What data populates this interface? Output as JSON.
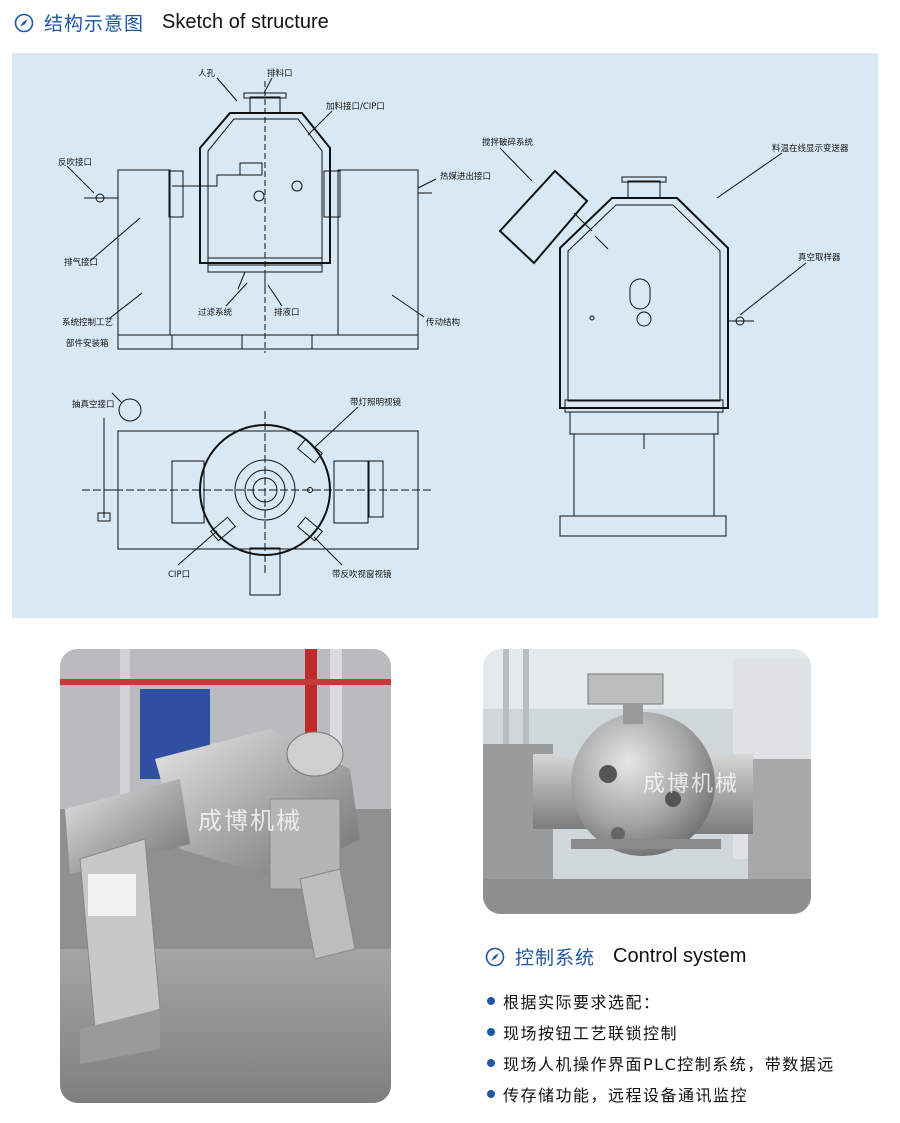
{
  "sketch_section": {
    "title_zh": "结构示意图",
    "title_en": "Sketch of structure"
  },
  "front_view_labels": {
    "manhole": "人孔",
    "discharge_port": "排料口",
    "feed_port": "加料接口/CIP口",
    "backflush_port": "反吹接口",
    "heat_medium_port": "热媒进出接口",
    "exhaust_port": "排气接口",
    "control_cabinet": "系统控制工艺",
    "control_cabinet_2": "部件安装箱",
    "filter_system": "过滤系统",
    "drain_port": "排液口",
    "drive_structure": "传动结构"
  },
  "side_view_labels": {
    "crusher": "搅拌破碎系统",
    "temp_transmitter": "料温在线显示变送器",
    "vacuum_sampler": "真空取样器"
  },
  "top_view_labels": {
    "vacuum_port": "抽真空接口",
    "light_sightglass": "带灯照明视镜",
    "cip_port": "CIP口",
    "backflush_sightglass": "带反吹视窗视镜"
  },
  "watermarks": {
    "photo_left": "成博机械",
    "photo_right": "成博机械"
  },
  "control_section": {
    "title_zh": "控制系统",
    "title_en": "Control system",
    "items": [
      "根据实际要求选配：",
      "现场按钮工艺联锁控制",
      "现场人机操作界面PLC控制系统，带数据远",
      "传存储功能，远程设备通讯监控"
    ]
  },
  "colors": {
    "accent": "#1e56a8",
    "panel": "#d8e9f5"
  }
}
